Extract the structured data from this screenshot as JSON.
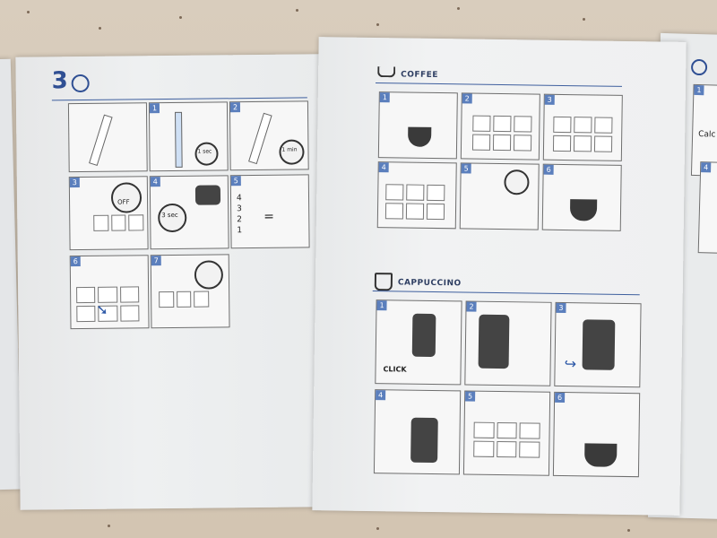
{
  "left_page": {
    "step_number": "3",
    "panels": [
      {
        "badge": "",
        "caption": ""
      },
      {
        "badge": "1",
        "caption": ""
      },
      {
        "badge": "2",
        "caption": "1 min"
      },
      {
        "badge": "3",
        "caption": "OFF"
      },
      {
        "badge": "4",
        "caption": "3 sec"
      },
      {
        "badge": "5",
        "caption": "4 3 2 1"
      },
      {
        "badge": "6",
        "caption": ""
      },
      {
        "badge": "7",
        "caption": ""
      }
    ],
    "panel1_caption": "1 sec",
    "panel5_levels": [
      "4",
      "3",
      "2",
      "1"
    ]
  },
  "right_page": {
    "coffee": {
      "title": "COFFEE",
      "badges": [
        "1",
        "2",
        "3",
        "4",
        "5",
        "6"
      ]
    },
    "cappuccino": {
      "title": "CAPPUCCINO",
      "badges": [
        "1",
        "2",
        "3",
        "4",
        "5",
        "6"
      ],
      "click_label": "CLICK"
    }
  },
  "next_page": {
    "badges": [
      "1",
      "4"
    ],
    "partial_text": "Calc"
  },
  "colors": {
    "accent_blue": "#2f4f93",
    "badge_blue": "#5b7fbd",
    "paper": "#eceeef",
    "countertop": "#d6c8b5"
  }
}
